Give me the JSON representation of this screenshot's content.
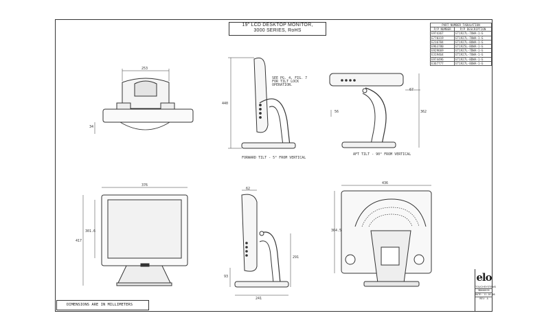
{
  "title": {
    "line1": "19\" LCD DESKTOP MONITOR,",
    "line2": "3000 SERIES, RoHS"
  },
  "part_table": {
    "heading": "PART NUMBER TABULATION",
    "columns": [
      "P/P NUMBER",
      "P/P DESCRIPTION"
    ],
    "rows": [
      [
        "E974367",
        "ET1927L-7UWA-1-G"
      ],
      [
        "E770319",
        "ET1927L-7UWA-1-G"
      ],
      [
        "E216784",
        "ET1927L-8UWA-1-G"
      ],
      [
        "E963780",
        "ET1925L-8UWA-1-G"
      ],
      [
        "E929669",
        "ET1927L-7DWA-1-G"
      ],
      [
        "E319464",
        "ET1927L-7UWA-1-G"
      ],
      [
        "E974496",
        "ET1927L-8DWA-1-G"
      ],
      [
        "E367777",
        "ET1927L-8UWA-1-G"
      ]
    ]
  },
  "note": "DIMENSIONS ARE IN MILLIMETERS",
  "views": {
    "forward_tilt": "FORWARD TILT - 5° FROM VERTICAL",
    "aft_tilt": "AFT TILT - 90° FROM VERTICAL",
    "tilt_note": "SEE PG. 4, FIG. 7\nFOR TILT LOCK\nOPERATION."
  },
  "dimensions": {
    "top_width": "253",
    "top_depth": "34",
    "side_height": "440",
    "aft_offset": "56",
    "aft_top": "67",
    "aft_height": "362",
    "front_width": "376",
    "front_screen": "301.6",
    "front_height": "417",
    "side2_top": "62",
    "side2_height": "291",
    "side2_base": "93",
    "side2_depth": "241",
    "rear_width": "436",
    "rear_height": "364.5"
  },
  "branding": {
    "logo": "elo",
    "sub": "TOUCHSYSTEMS",
    "doc": "MD000535",
    "date": "DATE: 11-10-08",
    "rev": "REV: A"
  }
}
